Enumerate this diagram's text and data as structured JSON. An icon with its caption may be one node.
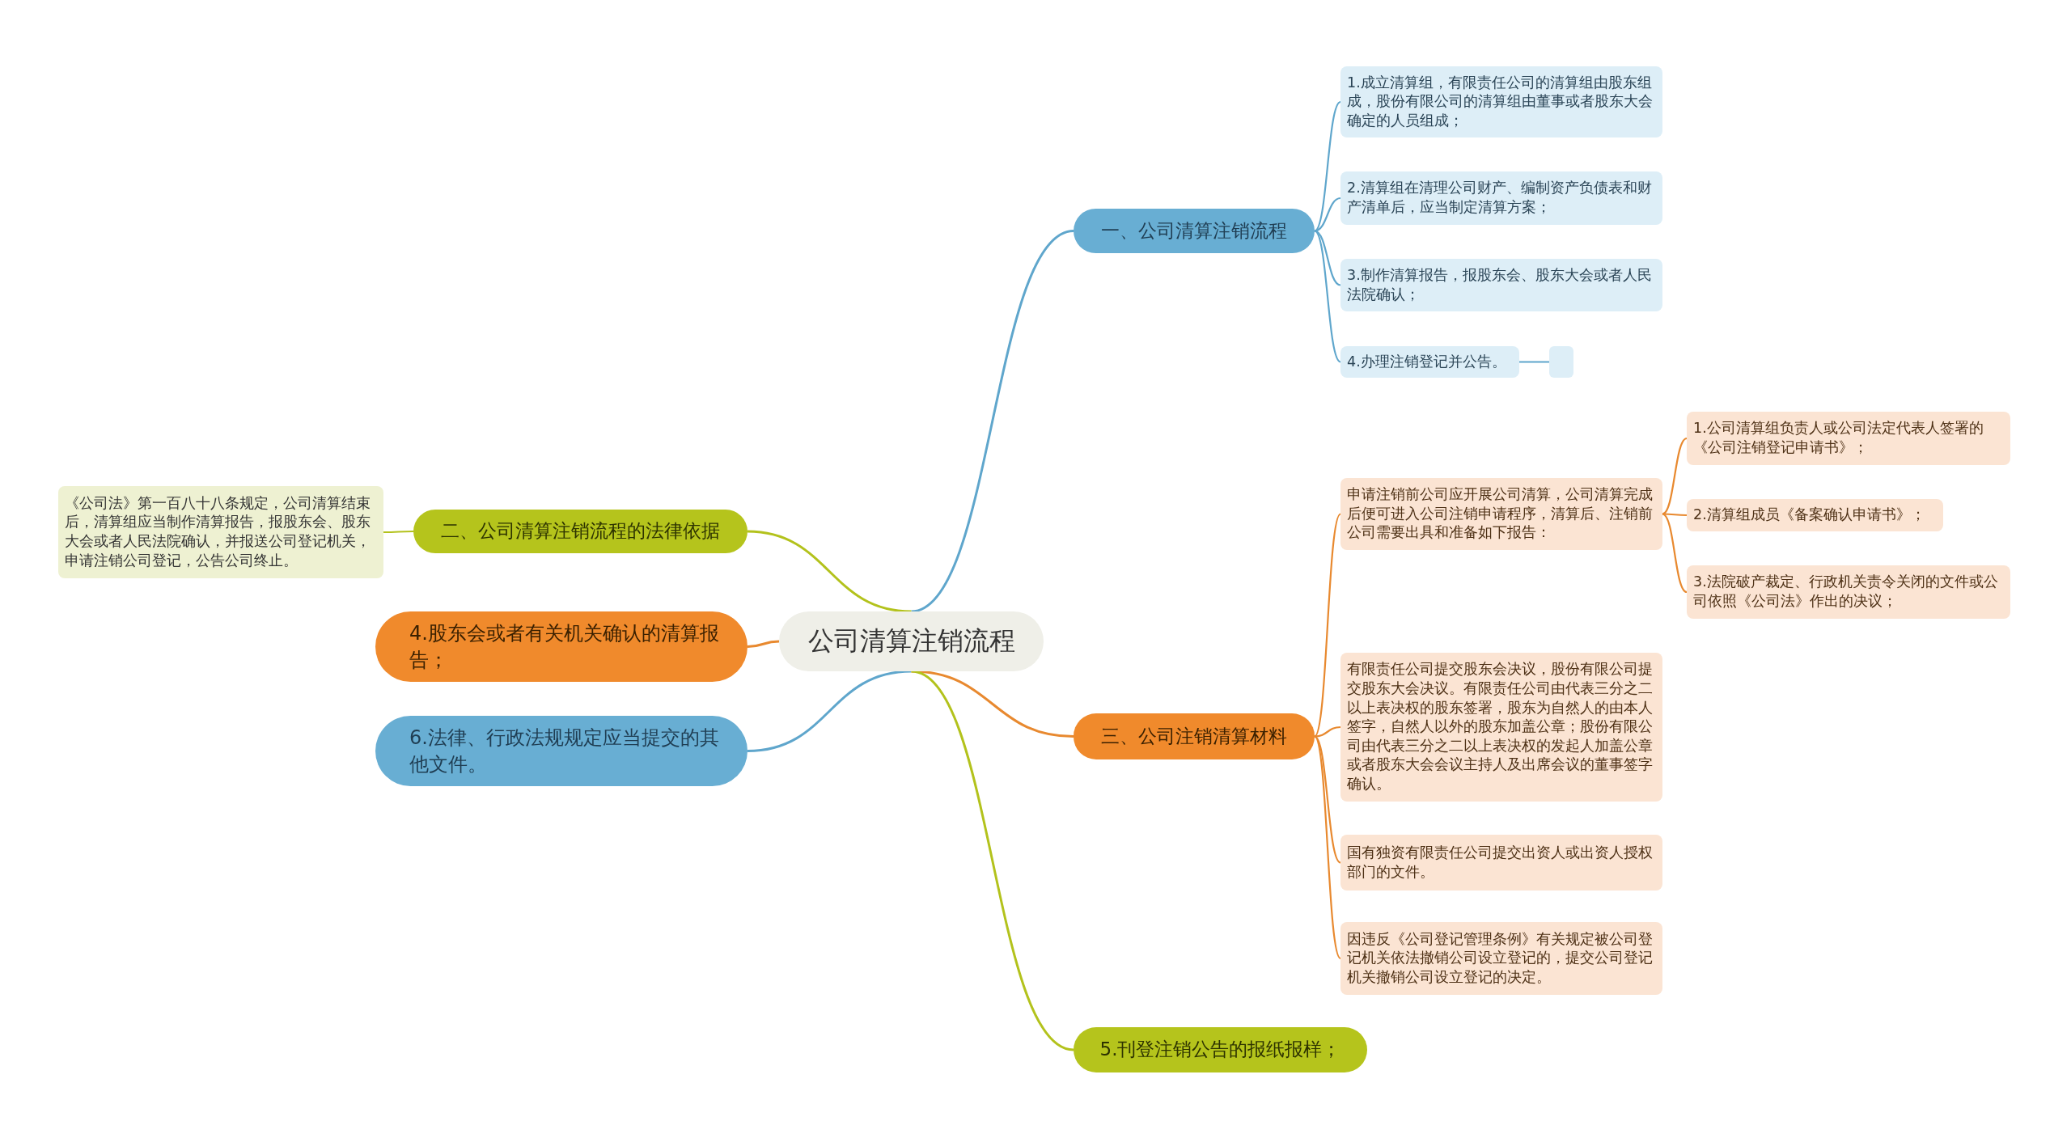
{
  "diagram": {
    "nodes": [
      {
        "text": [
          "公司清算注销流程"
        ]
      },
      {
        "text": [
          "一、公司清算注销流程"
        ]
      },
      {
        "text": [
          "1.成立清算组，有限责任公司的清算组由股东组成，股份有限公司的清算组由董事或者股东大会确定的人员组成；"
        ]
      },
      {
        "text": [
          "2.清算组在清理公司财产、编制资产负债表和财产清单后，应当制定清算方案；"
        ]
      },
      {
        "text": [
          "3.制作清算报告，报股东会、股东大会或者人民法院确认；"
        ]
      },
      {
        "text": [
          "4.办理注销登记并公告。"
        ]
      },
      {
        "text": [],
        "shape": "box"
      },
      {
        "text": [
          "二、公司清算注销流程的法律依据"
        ]
      },
      {
        "text": [
          "《公司法》第一百八十八条规定，公司清算结束后，清算组应当制作清算报告，报股东会、股东大会或者人民法院确认，并报送公司登记机关，申请注销公司登记，公告公司终止。"
        ]
      },
      {
        "text": [
          "4.股东会或者有关机关确认的清算报告；"
        ]
      },
      {
        "text": [
          "6.法律、行政法规规定应当提交的其他文件。"
        ]
      },
      {
        "text": [
          "三、公司注销清算材料"
        ]
      },
      {
        "text": [
          "申请注销前公司应开展公司清算，公司清算完成后便可进入公司注销申请程序，清算后、注销前公司需要出具和准备如下报告："
        ]
      },
      {
        "text": [
          "1.公司清算组负责人或公司法定代表人签署的《公司注销登记申请书》；"
        ]
      },
      {
        "text": [
          "2.清算组成员《备案确认申请书》；"
        ]
      },
      {
        "text": [
          "3.法院破产裁定、行政机关责令关闭的文件或公司依照《公司法》作出的决议；"
        ]
      },
      {
        "text": [
          "有限责任公司提交股东会决议，股份有限公司提交股东大会决议。有限责任公司由代表三分之二以上表决权的股东签署，股东为自然人的由本人签字，自然人以外的股东加盖公章；股份有限公司由代表三分之二以上表决权的发起人加盖公章或者股东大会会议主持人及出席会议的董事签字确认。"
        ]
      },
      {
        "text": [
          "国有独资有限责任公司提交出资人或出资人授权部门的文件。"
        ]
      },
      {
        "text": [
          "因违反《公司登记管理条例》有关规定被公司登记机关依法撤销公司设立登记的，提交公司登记机关撤销公司设立登记的决定。"
        ]
      },
      {
        "text": [
          "5.刊登注销公告的报纸报样；"
        ]
      }
    ],
    "edges": [
      {
        "from": 0,
        "to": 1,
        "arrow": "none",
        "color": "#5fa6cc"
      },
      {
        "from": 0,
        "to": 7,
        "arrow": "none",
        "color": "#b3c21c"
      },
      {
        "from": 0,
        "to": 9,
        "arrow": "none"
      },
      {
        "from": 0,
        "to": 10,
        "arrow": "none",
        "color": "#5fa6cc"
      },
      {
        "from": 0,
        "to": 11,
        "arrow": "none"
      },
      {
        "from": 0,
        "to": 19,
        "arrow": "none",
        "color": "#b3c21c"
      },
      {
        "from": 1,
        "to": 2,
        "arrow": "none",
        "color": "#5fa6cc"
      },
      {
        "from": 1,
        "to": 3,
        "arrow": "none",
        "color": "#5fa6cc"
      },
      {
        "from": 1,
        "to": 4,
        "arrow": "none",
        "color": "#5fa6cc"
      },
      {
        "from": 1,
        "to": 5,
        "arrow": "none",
        "color": "#5fa6cc"
      },
      {
        "from": 5,
        "to": 6,
        "arrow": "none",
        "color": "#5fa6cc"
      },
      {
        "from": 7,
        "to": 8,
        "arrow": "none",
        "color": "#b3c21c"
      },
      {
        "from": 11,
        "to": 12,
        "arrow": "none"
      },
      {
        "from": 11,
        "to": 16,
        "arrow": "none"
      },
      {
        "from": 11,
        "to": 17,
        "arrow": "none"
      },
      {
        "from": 11,
        "to": 18,
        "arrow": "none"
      },
      {
        "from": 12,
        "to": 13,
        "arrow": "none"
      },
      {
        "from": 12,
        "to": 14,
        "arrow": "none"
      },
      {
        "from": 12,
        "to": 15,
        "arrow": "none"
      }
    ]
  }
}
